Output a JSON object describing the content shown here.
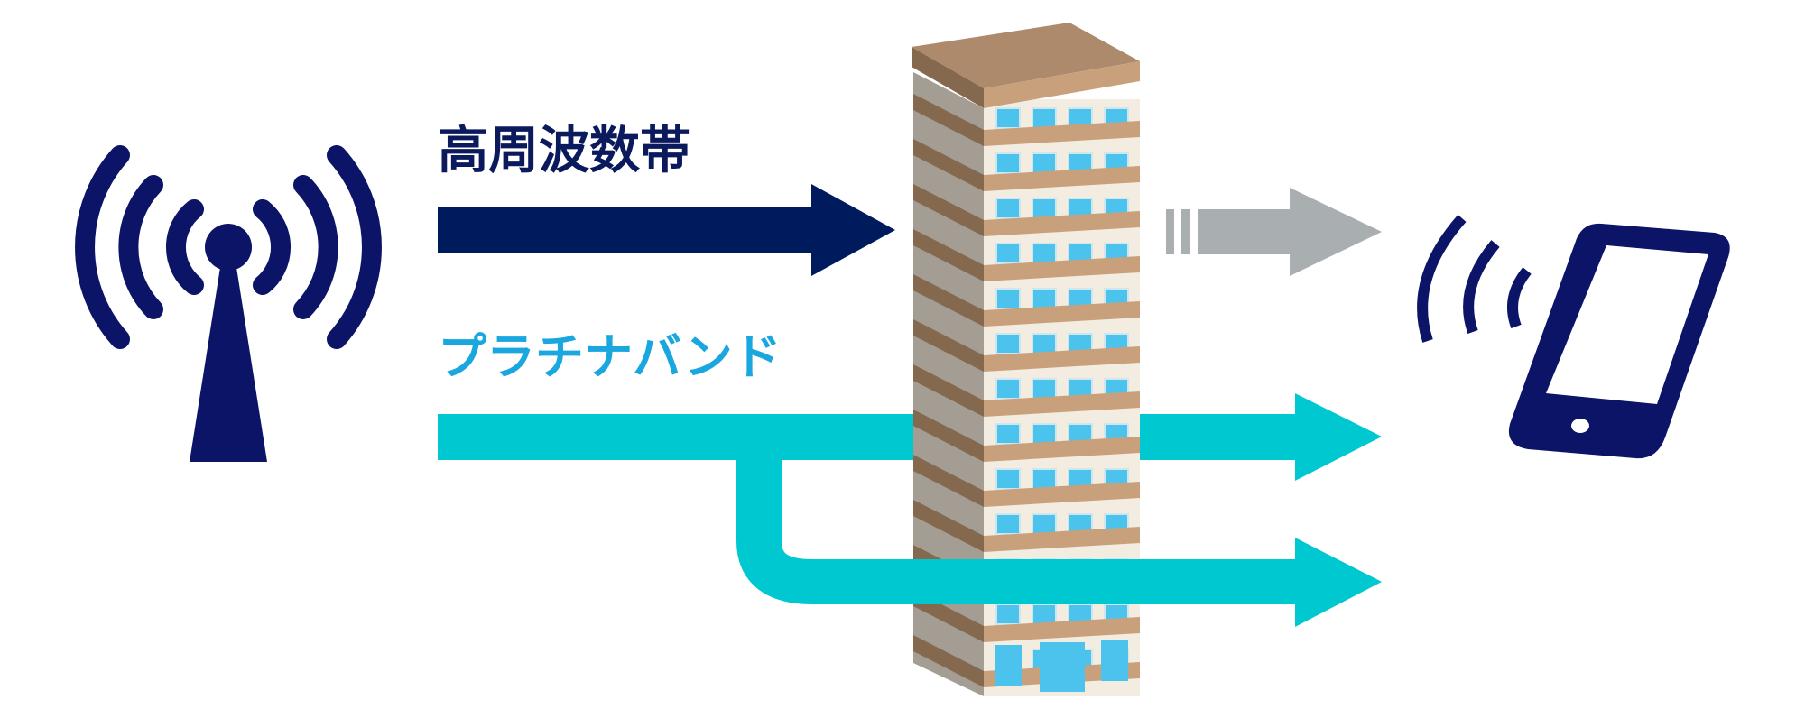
{
  "labels": {
    "high_frequency": "高周波数帯",
    "platinum_band": "プラチナバンド"
  },
  "icons": [
    "antenna-icon",
    "building-icon",
    "smartphone-icon"
  ],
  "colors": {
    "navy": "#0b1466",
    "high_freq_arrow": "#001a5e",
    "blocked_arrow": "#a9afb1",
    "platinum_text": "#1aa7e0",
    "platinum_arrow": "#00c8d0"
  },
  "building": {
    "floors": 13
  }
}
